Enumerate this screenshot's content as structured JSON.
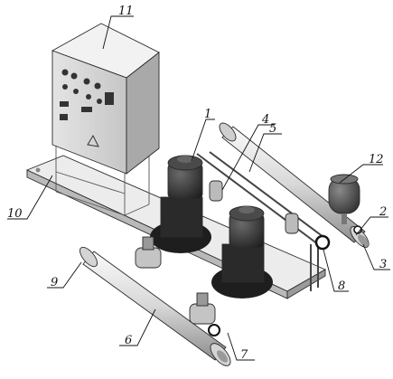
{
  "callouts": [
    {
      "id": "1",
      "text": "1"
    },
    {
      "id": "2",
      "text": "2"
    },
    {
      "id": "3",
      "text": "3"
    },
    {
      "id": "4",
      "text": "4"
    },
    {
      "id": "5",
      "text": "5"
    },
    {
      "id": "6",
      "text": "6"
    },
    {
      "id": "7",
      "text": "7"
    },
    {
      "id": "8",
      "text": "8"
    },
    {
      "id": "9",
      "text": "9"
    },
    {
      "id": "10",
      "text": "10"
    },
    {
      "id": "11",
      "text": "11"
    },
    {
      "id": "12",
      "text": "12"
    }
  ],
  "colors": {
    "line": "#111111",
    "metal_light": "#e6e6e6",
    "metal_mid": "#bdbdbd",
    "metal_dark": "#7a7a7a",
    "motor": "#2b2b2b"
  }
}
